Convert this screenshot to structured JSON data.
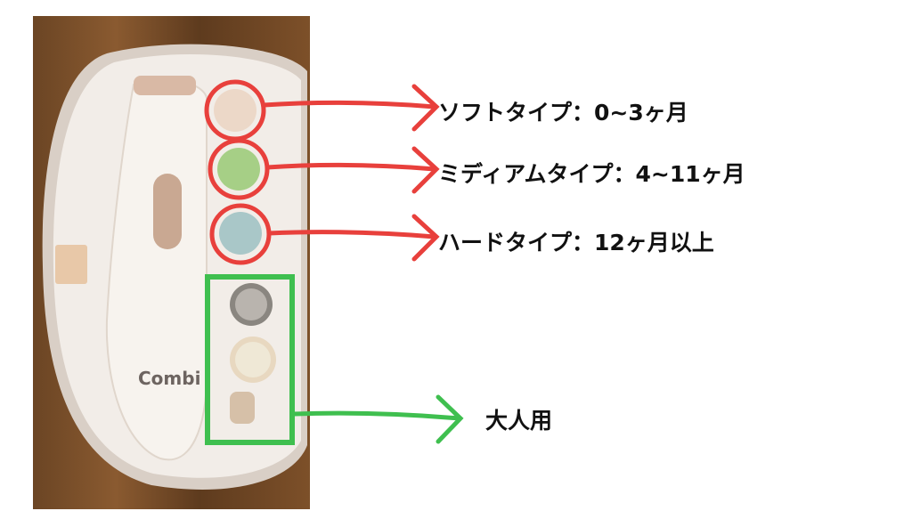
{
  "photo": {
    "brand_logo": "Combi"
  },
  "annotations": [
    {
      "label": "ソフトタイプ：0~3ヶ月",
      "color": "#e8403c"
    },
    {
      "label": "ミディアムタイプ：4~11ヶ月",
      "color": "#e8403c"
    },
    {
      "label": "ハードタイプ：12ヶ月以上",
      "color": "#e8403c"
    },
    {
      "label": "大人用",
      "color": "#3fbf4f"
    }
  ]
}
